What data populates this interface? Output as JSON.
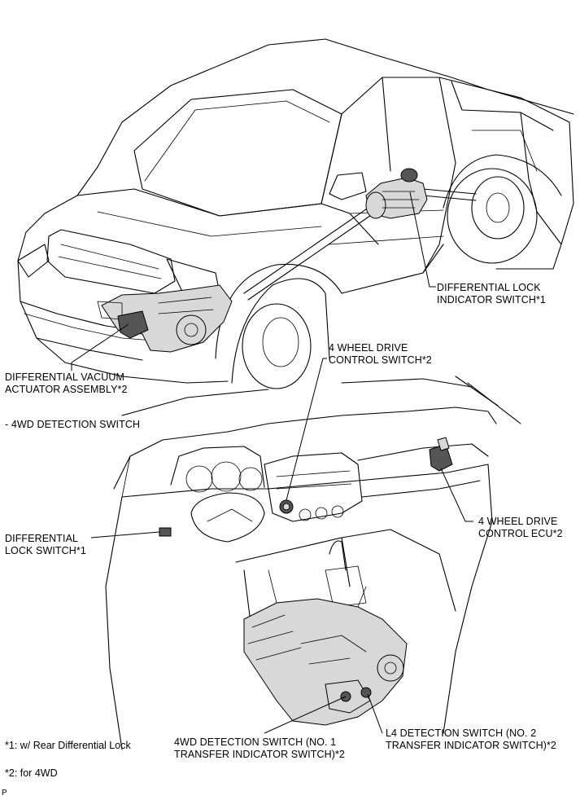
{
  "labels": {
    "diff_lock_indicator_switch": [
      "DIFFERENTIAL LOCK",
      "INDICATOR SWITCH*1"
    ],
    "diff_vacuum_actuator": [
      "DIFFERENTIAL VACUUM",
      "ACTUATOR ASSEMBLY*2"
    ],
    "four_wheel_drive_control_switch": [
      "4 WHEEL DRIVE",
      "CONTROL SWITCH*2"
    ],
    "detection_switch_heading": "- 4WD DETECTION SWITCH",
    "differential_lock_switch": [
      "DIFFERENTIAL",
      "LOCK SWITCH*1"
    ],
    "four_wheel_drive_control_ecu": [
      "4 WHEEL DRIVE",
      "CONTROL ECU*2"
    ],
    "four_wd_detection_switch": [
      "4WD DETECTION SWITCH (NO. 1",
      "TRANSFER INDICATOR SWITCH)*2"
    ],
    "l4_detection_switch": [
      "L4 DETECTION SWITCH (NO. 2",
      "TRANSFER INDICATOR SWITCH)*2"
    ]
  },
  "notes": {
    "note1": "*1: w/ Rear Differential Lock",
    "note2": "*2: for 4WD",
    "page_mark": "P"
  }
}
